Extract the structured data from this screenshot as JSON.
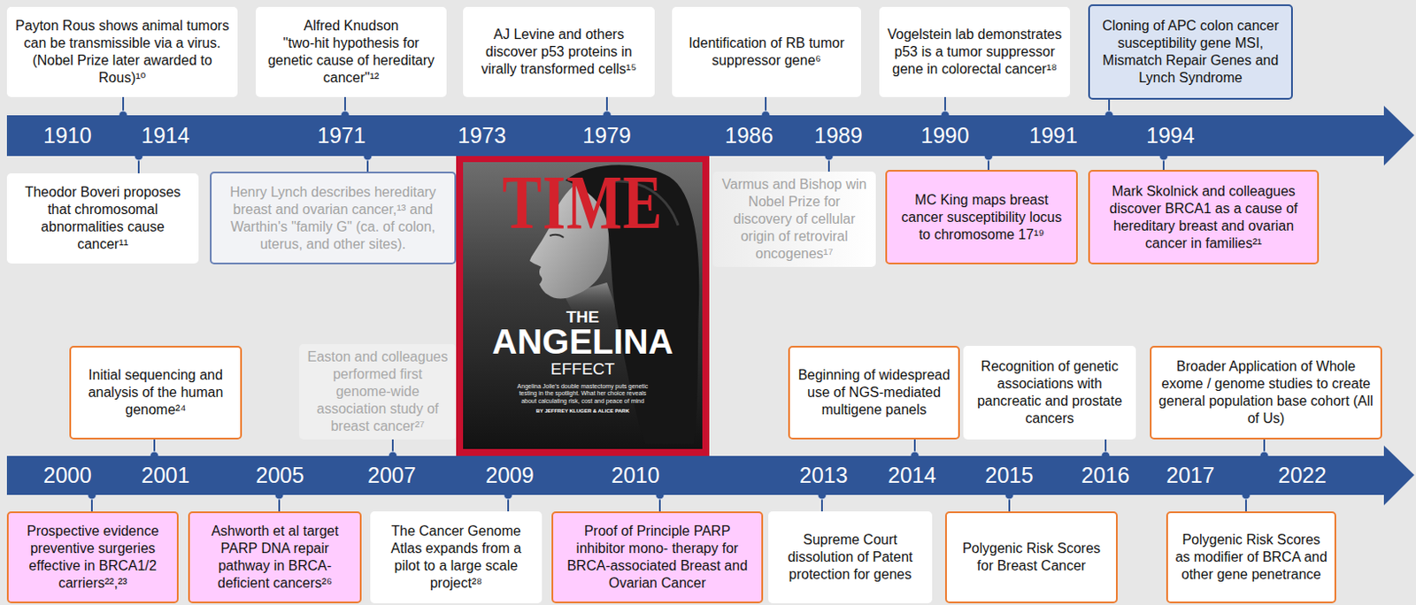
{
  "diagram": {
    "nodes": [
      {
        "text": [
          "Payton Rous shows animal tumors can be transmissible via a virus. (Nobel Prize later awarded to Rous)¹⁰"
        ]
      },
      {
        "text": [
          "Alfred Knudson",
          "\"two-hit hypothesis for genetic cause of hereditary cancer\"¹²"
        ]
      },
      {
        "text": [
          "AJ Levine and others discover p53 proteins in virally transformed cells¹⁵"
        ]
      },
      {
        "text": [
          "Identification of RB tumor suppressor gene⁶"
        ]
      },
      {
        "text": [
          "Vogelstein lab demonstrates p53 is a tumor suppressor gene in colorectal cancer¹⁸"
        ]
      },
      {
        "text": [
          "Cloning of APC colon cancer susceptibility gene MSI, Mismatch Repair Genes and Lynch Syndrome"
        ]
      },
      {
        "text": [
          "1910",
          "1914",
          "1971",
          "1973",
          "1979",
          "1986",
          "1989",
          "1990",
          "1991",
          "1994"
        ]
      },
      {
        "text": [
          "Theodor Boveri proposes that chromosomal abnormalities cause cancer¹¹"
        ]
      },
      {
        "text": [
          "Henry Lynch describes hereditary breast and ovarian cancer,¹³ and Warthin's \"family G\" (ca. of colon, uterus, and other sites)."
        ]
      },
      {
        "text": [
          "Varmus and Bishop win Nobel Prize for discovery of cellular origin of retroviral oncogenes¹⁷"
        ]
      },
      {
        "text": [
          "MC King maps breast cancer susceptibility locus to chromosome 17¹⁹"
        ]
      },
      {
        "text": [
          "Mark Skolnick and colleagues discover BRCA1 as a cause of hereditary breast and ovarian cancer in families²¹"
        ]
      },
      {
        "text": [
          "Initial sequencing and analysis of the human genome²⁴"
        ]
      },
      {
        "text": [
          "Easton and colleagues performed first genome-wide association study of breast cancer²⁷"
        ]
      },
      {
        "text": [
          "Beginning of widespread use of NGS-mediated multigene panels"
        ]
      },
      {
        "text": [
          "Recognition of genetic associations with pancreatic and prostate cancers"
        ]
      },
      {
        "text": [
          "Broader Application of Whole exome / genome studies to create general population base cohort (All of Us)"
        ]
      },
      {
        "text": [
          "2000",
          "2001",
          "2005",
          "2007",
          "2009",
          "2010",
          "2013",
          "2014",
          "2015",
          "2016",
          "2017",
          "2022"
        ]
      },
      {
        "text": [
          "Prospective evidence preventive surgeries effective in BRCA1/2 carriers²²,²³"
        ]
      },
      {
        "text": [
          "Ashworth et al target PARP DNA repair pathway in BRCA-deficient cancers²⁶"
        ]
      },
      {
        "text": [
          "The Cancer Genome Atlas expands from a pilot to a large scale project²⁸"
        ]
      },
      {
        "text": [
          "Proof of Principle PARP inhibitor mono- therapy for BRCA-associated Breast and Ovarian Cancer"
        ]
      },
      {
        "text": [
          "Supreme Court dissolution of Patent protection for genes"
        ]
      },
      {
        "text": [
          "Polygenic Risk Scores for Breast Cancer"
        ]
      },
      {
        "text": [
          "Polygenic Risk Scores as modifier of BRCA and other gene penetrance"
        ]
      }
    ],
    "edges": [
      {
        "from": 0,
        "to": 6,
        "arrow": "none"
      },
      {
        "from": 1,
        "to": 6,
        "arrow": "none"
      },
      {
        "from": 2,
        "to": 6,
        "arrow": "none"
      },
      {
        "from": 3,
        "to": 6,
        "arrow": "none"
      },
      {
        "from": 4,
        "to": 6,
        "arrow": "none"
      },
      {
        "from": 5,
        "to": 6,
        "arrow": "none"
      },
      {
        "from": 7,
        "to": 6,
        "arrow": "none"
      },
      {
        "from": 8,
        "to": 6,
        "arrow": "none"
      },
      {
        "from": 9,
        "to": 6,
        "arrow": "none"
      },
      {
        "from": 10,
        "to": 6,
        "arrow": "none"
      },
      {
        "from": 11,
        "to": 6,
        "arrow": "none"
      },
      {
        "from": 12,
        "to": 17,
        "arrow": "none"
      },
      {
        "from": 13,
        "to": 17,
        "arrow": "none"
      },
      {
        "from": 14,
        "to": 17,
        "arrow": "none"
      },
      {
        "from": 15,
        "to": 17,
        "arrow": "none"
      },
      {
        "from": 16,
        "to": 17,
        "arrow": "none"
      },
      {
        "from": 18,
        "to": 17,
        "arrow": "none"
      },
      {
        "from": 19,
        "to": 17,
        "arrow": "none"
      },
      {
        "from": 20,
        "to": 17,
        "arrow": "none"
      },
      {
        "from": 21,
        "to": 17,
        "arrow": "none"
      },
      {
        "from": 22,
        "to": 17,
        "arrow": "none"
      },
      {
        "from": 23,
        "to": 17,
        "arrow": "none"
      },
      {
        "from": 24,
        "to": 17,
        "arrow": "none"
      }
    ],
    "labels": [
      "TIME",
      "THE",
      "ANGELINA",
      "EFFECT",
      "Angelina Jolie's double mastectomy puts genetic testing in the spotlight. What her choice reveals about calculating risk, cost and peace of mind",
      "BY JEFFREY KLUGER & ALICE PARK"
    ]
  }
}
